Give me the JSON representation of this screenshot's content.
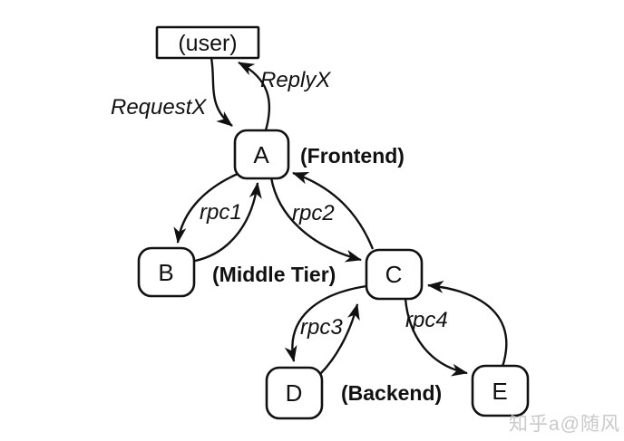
{
  "nodes": {
    "user": {
      "label": "(user)"
    },
    "a": {
      "label": "A"
    },
    "b": {
      "label": "B"
    },
    "c": {
      "label": "C"
    },
    "d": {
      "label": "D"
    },
    "e": {
      "label": "E"
    }
  },
  "tiers": {
    "frontend": {
      "label": "(Frontend)"
    },
    "middle": {
      "label": "(Middle Tier)"
    },
    "backend": {
      "label": "(Backend)"
    }
  },
  "edges": [
    {
      "id": "request",
      "label": "RequestX",
      "from": "user",
      "to": "A"
    },
    {
      "id": "reply",
      "label": "ReplyX",
      "from": "A",
      "to": "user"
    },
    {
      "id": "rpc1",
      "label": "rpc1",
      "between": [
        "A",
        "B"
      ]
    },
    {
      "id": "rpc2",
      "label": "rpc2",
      "between": [
        "A",
        "C"
      ]
    },
    {
      "id": "rpc3",
      "label": "rpc3",
      "between": [
        "C",
        "D"
      ]
    },
    {
      "id": "rpc4",
      "label": "rpc4",
      "between": [
        "C",
        "E"
      ]
    }
  ],
  "watermark": {
    "text": "知乎a@随风"
  },
  "colors": {
    "ink": "#111111",
    "background": "#ffffff",
    "watermark": "#c9c9c9"
  }
}
